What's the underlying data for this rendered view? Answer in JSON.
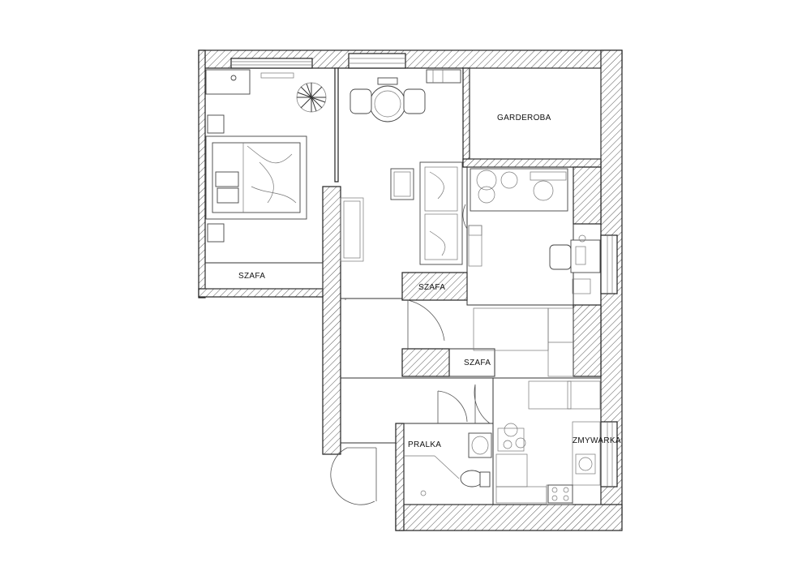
{
  "labels": {
    "garderoba": "GARDEROBA",
    "szafa_bedroom": "SZAFA",
    "szafa_hall": "SZAFA",
    "szafa_corridor": "SZAFA",
    "pralka": "PRALKA",
    "zmywarka": "ZMYWARKA"
  },
  "colors": {
    "wall_outline": "#222222",
    "hatch": "#555555",
    "background": "#ffffff"
  }
}
